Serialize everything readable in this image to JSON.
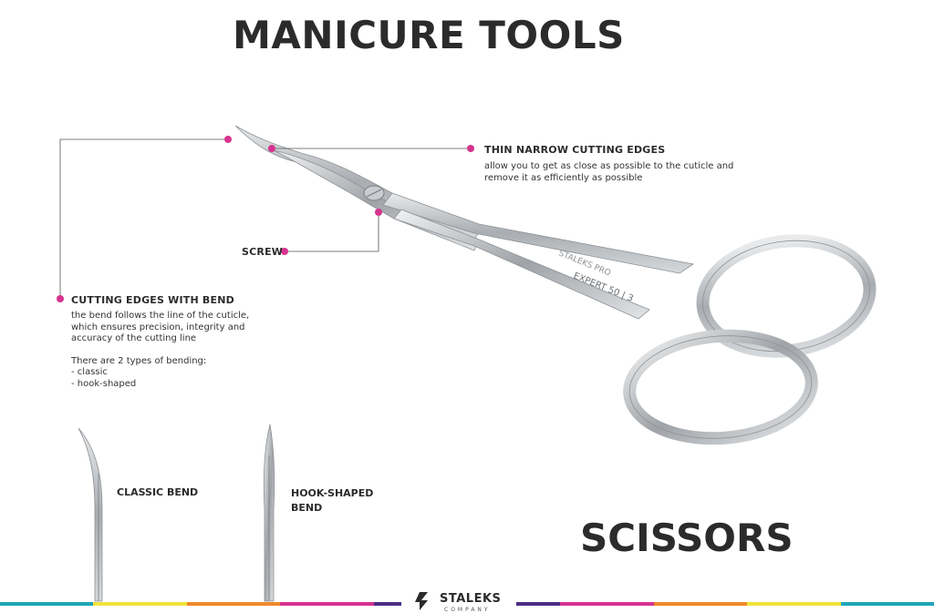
{
  "header": {
    "title": "MANICURE TOOLS"
  },
  "product": {
    "name": "SCISSORS",
    "engraving_brand": "STALEKS PRO",
    "engraving_model": "EXPERT 50 | 3"
  },
  "callouts": {
    "thin_edges": {
      "title": "THIN NARROW CUTTING EDGES",
      "text_line1": "allow you to get as close as possible to the cuticle and",
      "text_line2": "remove it as efficiently as possible"
    },
    "screw": {
      "title": "SCREW"
    },
    "bend": {
      "title": "CUTTING EDGES WITH BEND",
      "text_line1": "the bend follows the line of the cuticle,",
      "text_line2": "which ensures precision, integrity and",
      "text_line3": "accuracy of the cutting line",
      "types_heading": "There are 2 types of bending:",
      "type_1": " - classic",
      "type_2": " - hook-shaped"
    }
  },
  "bends": {
    "classic": "CLASSIC BEND",
    "hook_line1": "HOOK-SHAPED",
    "hook_line2": "BEND"
  },
  "footer": {
    "brand": "STALEKS",
    "brand_sub": "COMPANY",
    "stripe_colors": [
      "#1fa6b8",
      "#f2e23a",
      "#f08a2b",
      "#d6338f",
      "#4b2e83",
      "#4b2e83",
      "#d6338f",
      "#f08a2b",
      "#f2e23a",
      "#1fa6b8"
    ]
  },
  "colors": {
    "accent": "#d6338f",
    "text": "#2b2b2b",
    "steel": "#b9bcbf"
  }
}
